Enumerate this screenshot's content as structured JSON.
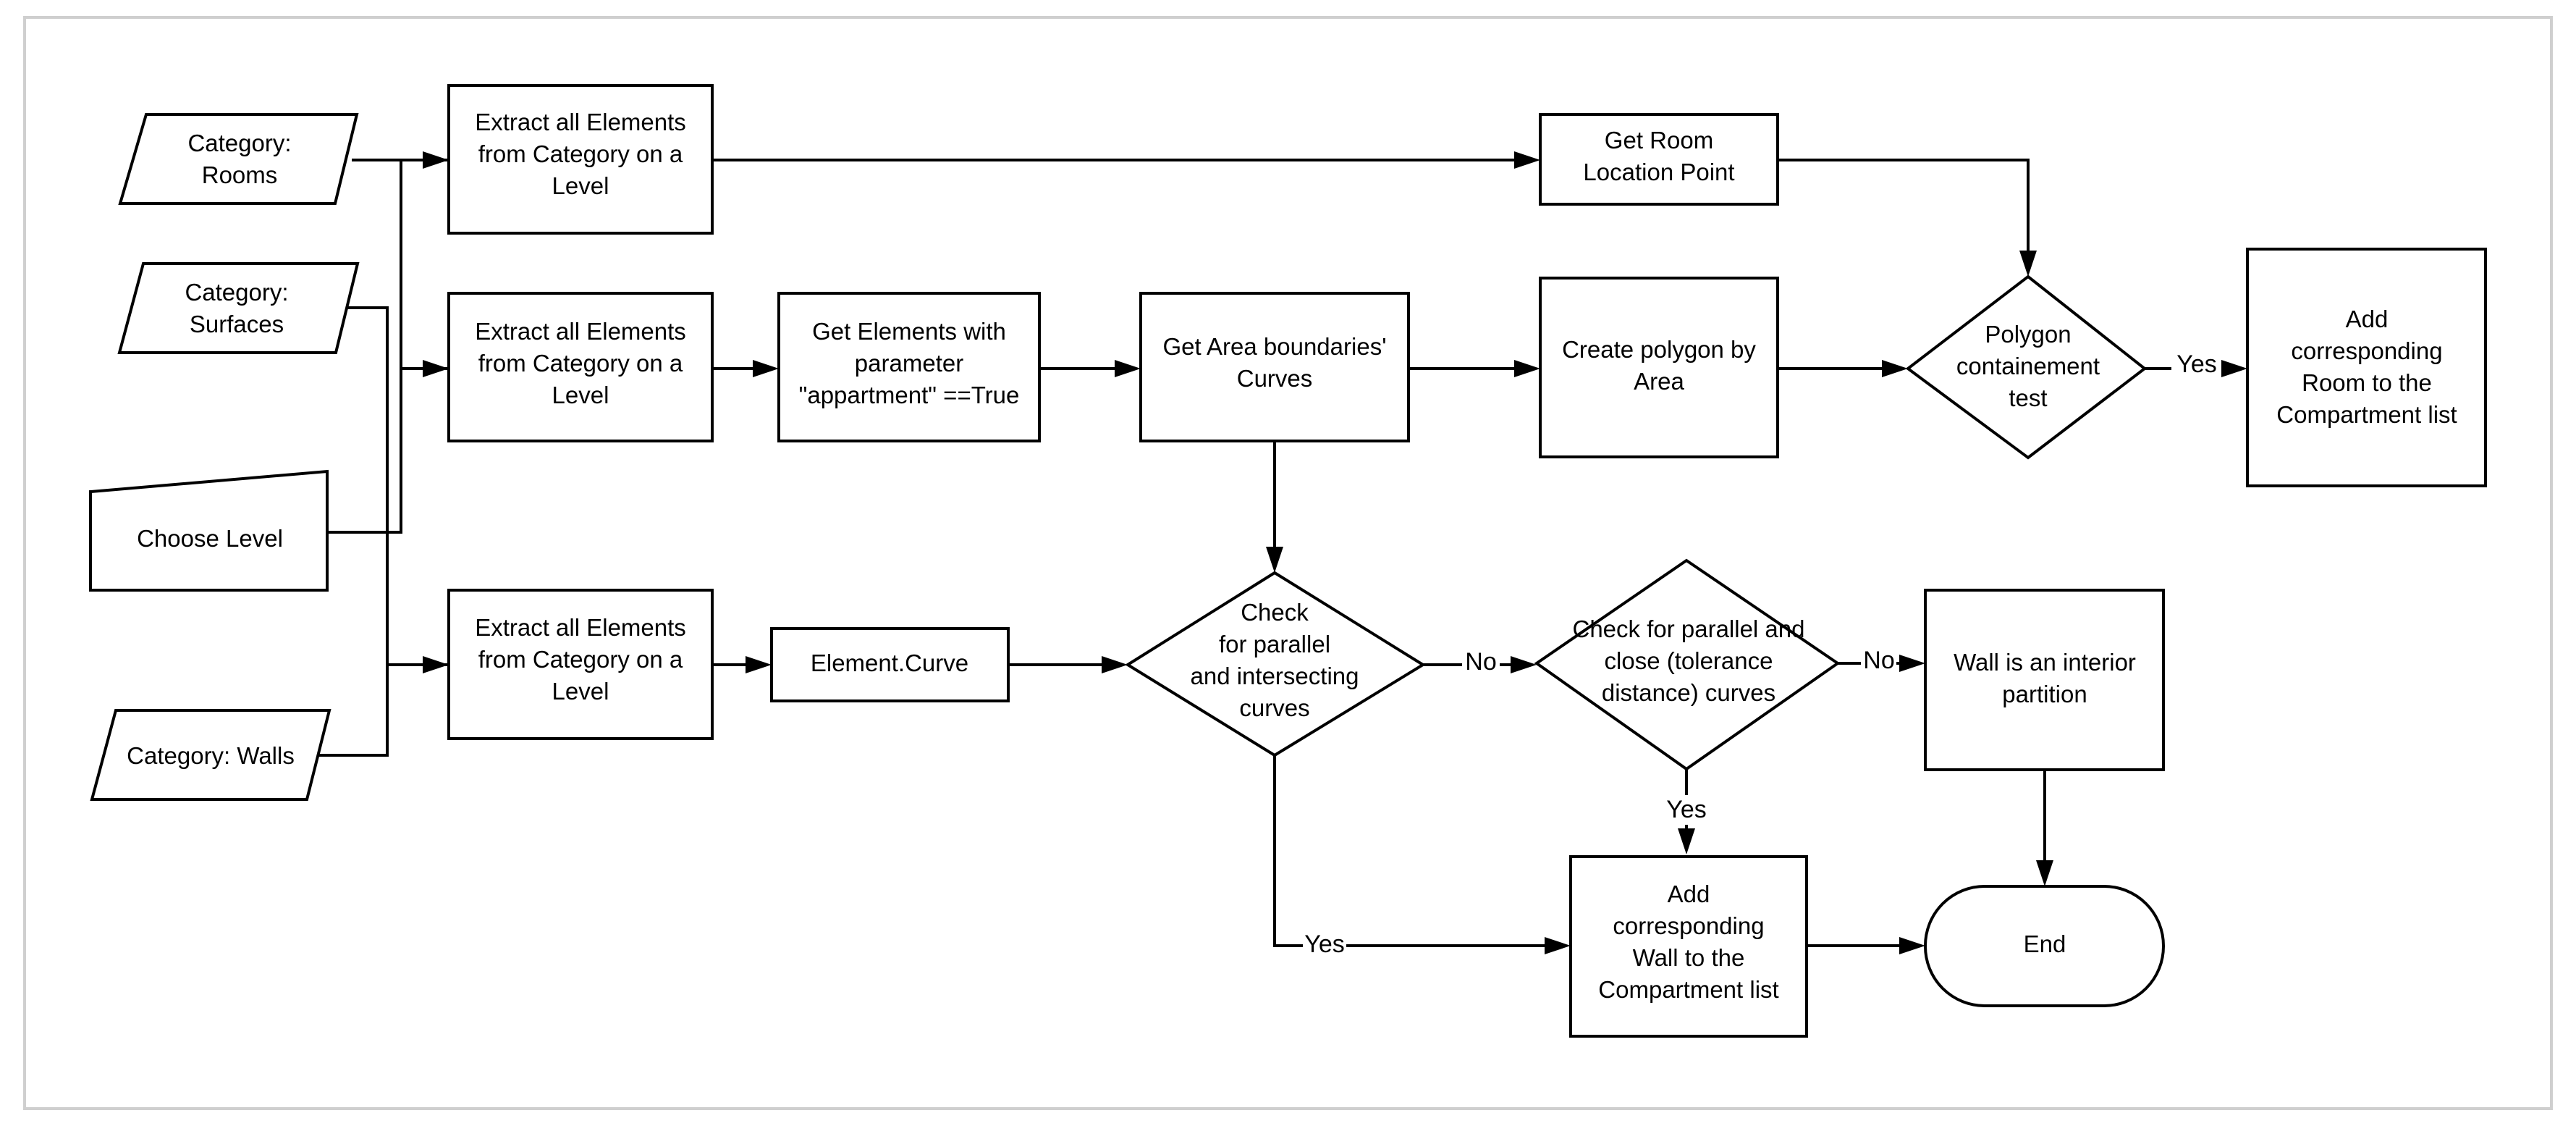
{
  "nodes": {
    "cat_rooms": {
      "lines": [
        "Category:",
        "Rooms"
      ]
    },
    "cat_surfaces": {
      "lines": [
        "Category:",
        "Surfaces"
      ]
    },
    "choose_level": {
      "lines": [
        "Choose Level"
      ]
    },
    "cat_walls": {
      "lines": [
        "Category: Walls"
      ]
    },
    "extract_rooms": {
      "lines": [
        "Extract all Elements",
        "from Category on a",
        "Level"
      ]
    },
    "extract_surfaces": {
      "lines": [
        "Extract all Elements",
        "from Category on a",
        "Level"
      ]
    },
    "extract_walls": {
      "lines": [
        "Extract all Elements",
        "from Category on a",
        "Level"
      ]
    },
    "get_room_point": {
      "lines": [
        "Get Room",
        "Location Point"
      ]
    },
    "get_elements_param": {
      "lines": [
        "Get Elements with",
        "parameter",
        "\"appartment\" ==True"
      ]
    },
    "get_area_curves": {
      "lines": [
        "Get Area boundaries'",
        "Curves"
      ]
    },
    "create_polygon": {
      "lines": [
        "Create polygon by",
        "Area"
      ]
    },
    "polygon_test": {
      "lines": [
        "Polygon",
        "containement",
        "test"
      ]
    },
    "add_room": {
      "lines": [
        "Add",
        "corresponding",
        "Room to the",
        "Compartment list"
      ]
    },
    "element_curve": {
      "lines": [
        "Element.Curve"
      ]
    },
    "check_parallel_intersect": {
      "lines": [
        "Check",
        "for  parallel",
        "and intersecting",
        "curves"
      ]
    },
    "check_parallel_close": {
      "lines": [
        "Check for parallel and",
        "close (tolerance",
        "distance) curves"
      ]
    },
    "interior_partition": {
      "lines": [
        "Wall is an interior",
        "partition"
      ]
    },
    "add_wall": {
      "lines": [
        "Add",
        "corresponding",
        "Wall to the",
        "Compartment list"
      ]
    },
    "end": {
      "lines": [
        "End"
      ]
    }
  },
  "edge_labels": {
    "polygon_yes": "Yes",
    "intersect_no": "No",
    "close_no": "No",
    "close_yes": "Yes",
    "intersect_yes": "Yes"
  }
}
